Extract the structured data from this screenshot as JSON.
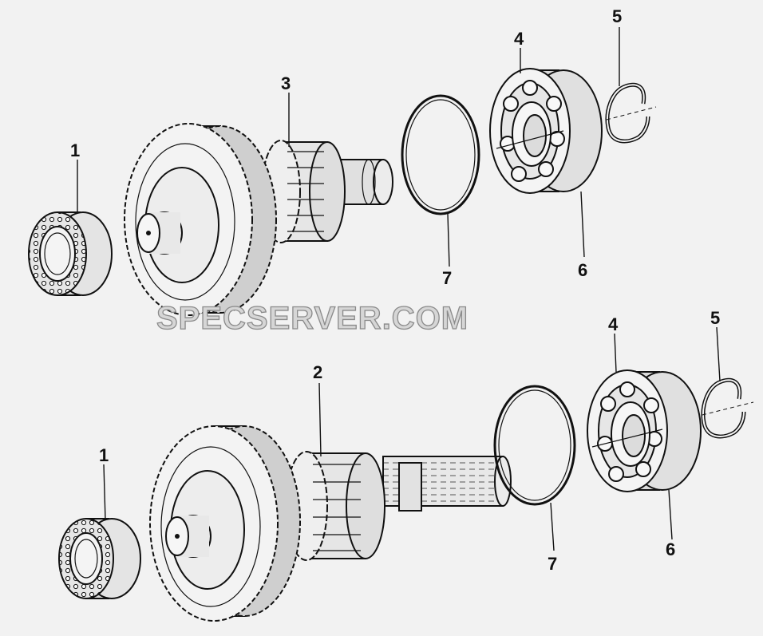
{
  "callouts": {
    "top": {
      "c1": "1",
      "c3": "3",
      "c7": "7",
      "c4": "4",
      "c5": "5",
      "c6": "6"
    },
    "bottom": {
      "c1": "1",
      "c2": "2",
      "c7": "7",
      "c4": "4",
      "c5": "5",
      "c6": "6"
    }
  },
  "watermark": "SPECSERVER.COM"
}
